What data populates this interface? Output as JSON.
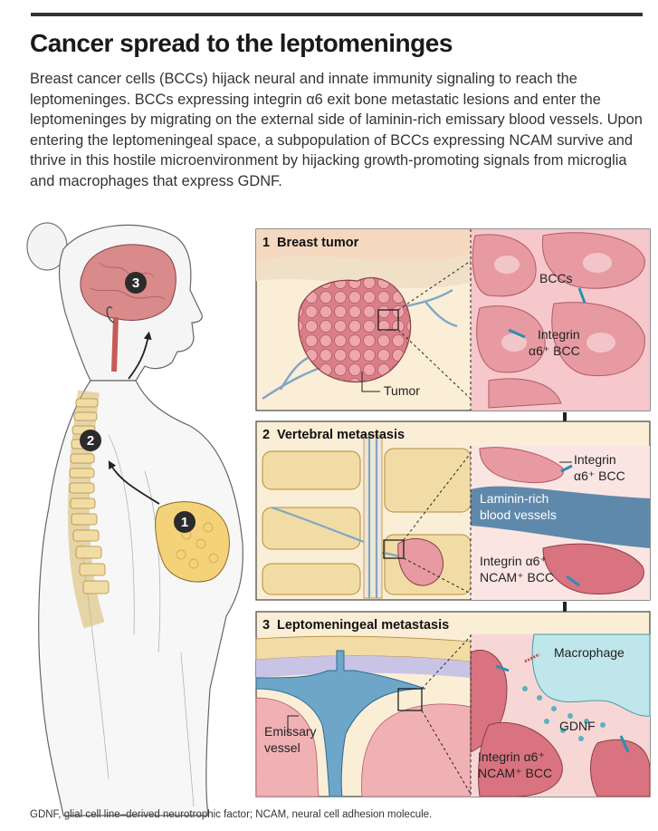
{
  "title": "Cancer spread to the leptomeninges",
  "intro": "Breast cancer cells (BCCs) hijack neural and innate immunity signaling to reach the leptomeninges. BCCs expressing integrin α6 exit bone metastatic lesions and enter the leptomeninges by migrating on the external side of laminin-rich emissary blood vessels. Upon entering the leptomeningeal space, a subpopulation of BCCs expressing NCAM survive and thrive in this hostile microenvironment by hijacking growth-promoting signals from microglia and macrophages that express GDNF.",
  "markers": [
    "1",
    "2",
    "3"
  ],
  "panels": [
    {
      "number": "1",
      "title": "Breast tumor",
      "labels": {
        "tumor": "Tumor",
        "bccs": "BCCs",
        "integrin_line1": "Integrin",
        "integrin_line2": "α6⁺ BCC"
      }
    },
    {
      "number": "2",
      "title": "Vertebral metastasis",
      "labels": {
        "integrin_line1": "Integrin",
        "integrin_line2": "α6⁺ BCC",
        "laminin_line1": "Laminin-rich",
        "laminin_line2": "blood vessels",
        "ncam_line1": "Integrin α6⁺",
        "ncam_line2": "NCAM⁺ BCC"
      }
    },
    {
      "number": "3",
      "title": "Leptomeningeal metastasis",
      "labels": {
        "emissary_line1": "Emissary",
        "emissary_line2": "vessel",
        "macrophage": "Macrophage",
        "gdnf": "GDNF",
        "ncam_line1": "Integrin α6⁺",
        "ncam_line2": "NCAM⁺ BCC"
      }
    }
  ],
  "footnote": "GDNF, glial cell line–derived neurotrophic factor; NCAM, neural cell adhesion molecule.",
  "colors": {
    "panel_bg": "#fbeed6",
    "cell_pink": "#e79aa2",
    "cell_pink_light": "#f6c8cb",
    "vessel_blue": "#7fa6c4",
    "brain": "#d98a8a",
    "spine": "#f2dca6",
    "breast": "#f3d27a",
    "macrophage": "#bfe6ea",
    "marker_dark": "#2b2b2b"
  }
}
